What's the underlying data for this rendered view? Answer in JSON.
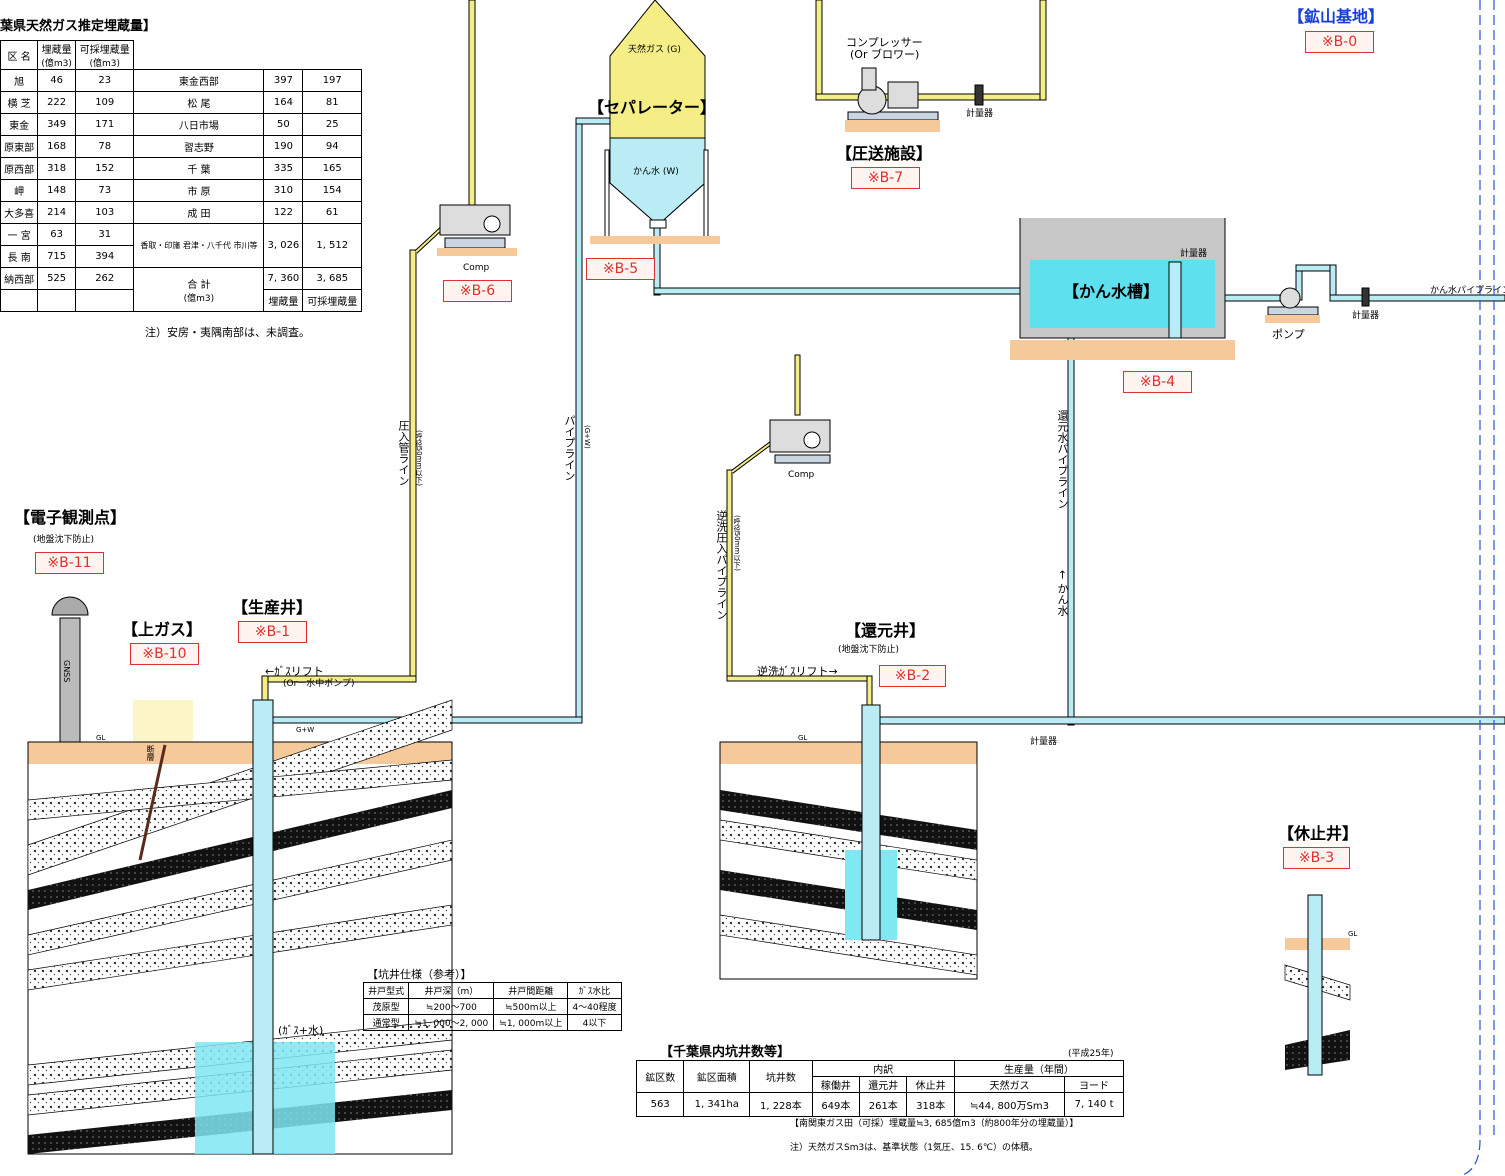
{
  "reserves": {
    "title": "葉県天然ガス推定埋蔵量】",
    "header": {
      "district": "区 名",
      "reserve": "埋蔵量",
      "reserve_unit": "(億m3)",
      "recoverable": "可採埋蔵量",
      "recoverable_unit": "(億m3)"
    },
    "left_rows": [
      {
        "name": "旭",
        "reserve": "46",
        "recoverable": "23"
      },
      {
        "name": "横 芝",
        "reserve": "222",
        "recoverable": "109"
      },
      {
        "name": "東金",
        "reserve": "349",
        "recoverable": "171"
      },
      {
        "name": "原東部",
        "reserve": "168",
        "recoverable": "78"
      },
      {
        "name": "原西部",
        "reserve": "318",
        "recoverable": "152"
      },
      {
        "name": "岬",
        "reserve": "148",
        "recoverable": "73"
      },
      {
        "name": "大多喜",
        "reserve": "214",
        "recoverable": "103"
      },
      {
        "name": "一 宮",
        "reserve": "63",
        "recoverable": "31"
      },
      {
        "name": "長 南",
        "reserve": "715",
        "recoverable": "394"
      },
      {
        "name": "納西部",
        "reserve": "525",
        "recoverable": "262"
      }
    ],
    "right_rows": [
      {
        "name": "東金西部",
        "reserve": "397",
        "recoverable": "197"
      },
      {
        "name": "松 尾",
        "reserve": "164",
        "recoverable": "81"
      },
      {
        "name": "八日市場",
        "reserve": "50",
        "recoverable": "25"
      },
      {
        "name": "習志野",
        "reserve": "190",
        "recoverable": "94"
      },
      {
        "name": "千 葉",
        "reserve": "335",
        "recoverable": "165"
      },
      {
        "name": "市 原",
        "reserve": "310",
        "recoverable": "154"
      },
      {
        "name": "成 田",
        "reserve": "122",
        "recoverable": "61"
      },
      {
        "name": "香取・印旛 君津・八千代 市川等",
        "reserve": "3, 026",
        "recoverable": "1, 512"
      }
    ],
    "total": {
      "label": "合 計",
      "unit": "(億m3)",
      "reserve": "7, 360",
      "recoverable": "3, 685",
      "reserve_label": "埋蔵量",
      "recoverable_label": "可採埋蔵量"
    },
    "note": "注）安房・夷隅南部は、未調査。"
  },
  "labels": {
    "separator": "【セパレーター】",
    "natural_gas": "天然ガス (G)",
    "brine": "かん水 (W)",
    "compressor": "コンプレッサー",
    "blower": "(Or ブロワー)",
    "meter": "計量器",
    "pressure_facility": "【圧送施設】",
    "mining_base": "【鉱山基地】",
    "brine_tank": "【かん水槽】",
    "pump": "ポンプ",
    "brine_pipeline": "かん水パイプライン",
    "comp": "Comp",
    "pressure_line": "圧入管ライン",
    "pressure_line_sub": "(呼径50mm以下)",
    "pipeline": "パイプライン",
    "pipeline_sub": "(G+W)",
    "return_pipeline": "還元水パイプライン",
    "brine_arrow": "← かん水",
    "backwash_pipeline": "逆洗圧入パイプライン",
    "backwash_sub": "(呼径50mm以下)",
    "electronic_point": "【電子観測点】",
    "subsidence_prevention": "(地盤沈下防止)",
    "upper_gas": "【上ガス】",
    "production_well": "【生産井】",
    "gas_lift": "←ｶﾞｽリフト",
    "gas_lift_sub": "(Or一水中ポンプ)",
    "gw": "G+W",
    "return_well": "【還元井】",
    "return_sub": "(地盤沈下防止)",
    "backwash_gas_lift": "逆洗ｶﾞｽリフト→",
    "suspended_well": "【休止井】",
    "gas_water": "(ｶﾞｽ+水)",
    "gl": "GL",
    "fault": "断層",
    "gnss": "GNSS"
  },
  "refs": {
    "b0": "※B-0",
    "b1": "※B-1",
    "b2": "※B-2",
    "b3": "※B-3",
    "b4": "※B-4",
    "b5": "※B-5",
    "b6": "※B-6",
    "b7": "※B-7",
    "b10": "※B-10",
    "b11": "※B-11"
  },
  "well_spec": {
    "title": "【坑井仕様（参考）】",
    "header": [
      "井戸型式",
      "井戸深（m）",
      "井戸間距離",
      "ｶﾞｽ水比"
    ],
    "rows": [
      [
        "茂原型",
        "≒200～700",
        "≒500m以上",
        "4～40程度"
      ],
      [
        "通常型",
        "≒1, 000～2, 000",
        "≒1, 000m以上",
        "4以下"
      ]
    ]
  },
  "well_count": {
    "title": "【千葉県内坑井数等】",
    "year": "(平成25年)",
    "header1": [
      "鉱区数",
      "鉱区面積",
      "坑井数",
      "内訳",
      "生産量（年間）"
    ],
    "header2": [
      "稼働井",
      "還元井",
      "休止井",
      "天然ガス",
      "ヨード"
    ],
    "row": [
      "563",
      "1, 341ha",
      "1, 228本",
      "649本",
      "261本",
      "318本",
      "≒44, 800万Sm3",
      "7, 140 t"
    ],
    "note1": "【南関東ガス田（可採）埋蔵量≒3, 685億m3（約800年分の埋蔵量）】",
    "note2": "注）天然ガスSm3は、基準状態（1気圧、15. 6℃）の体積。"
  },
  "colors": {
    "gas_pipe": "#f5ee86",
    "brine_pipe": "#b9ecf4",
    "brine_fill": "#5ee0ee",
    "ground": "#f6c99a",
    "ref_red": "#e03030",
    "blue_title": "#1a3fd8"
  }
}
